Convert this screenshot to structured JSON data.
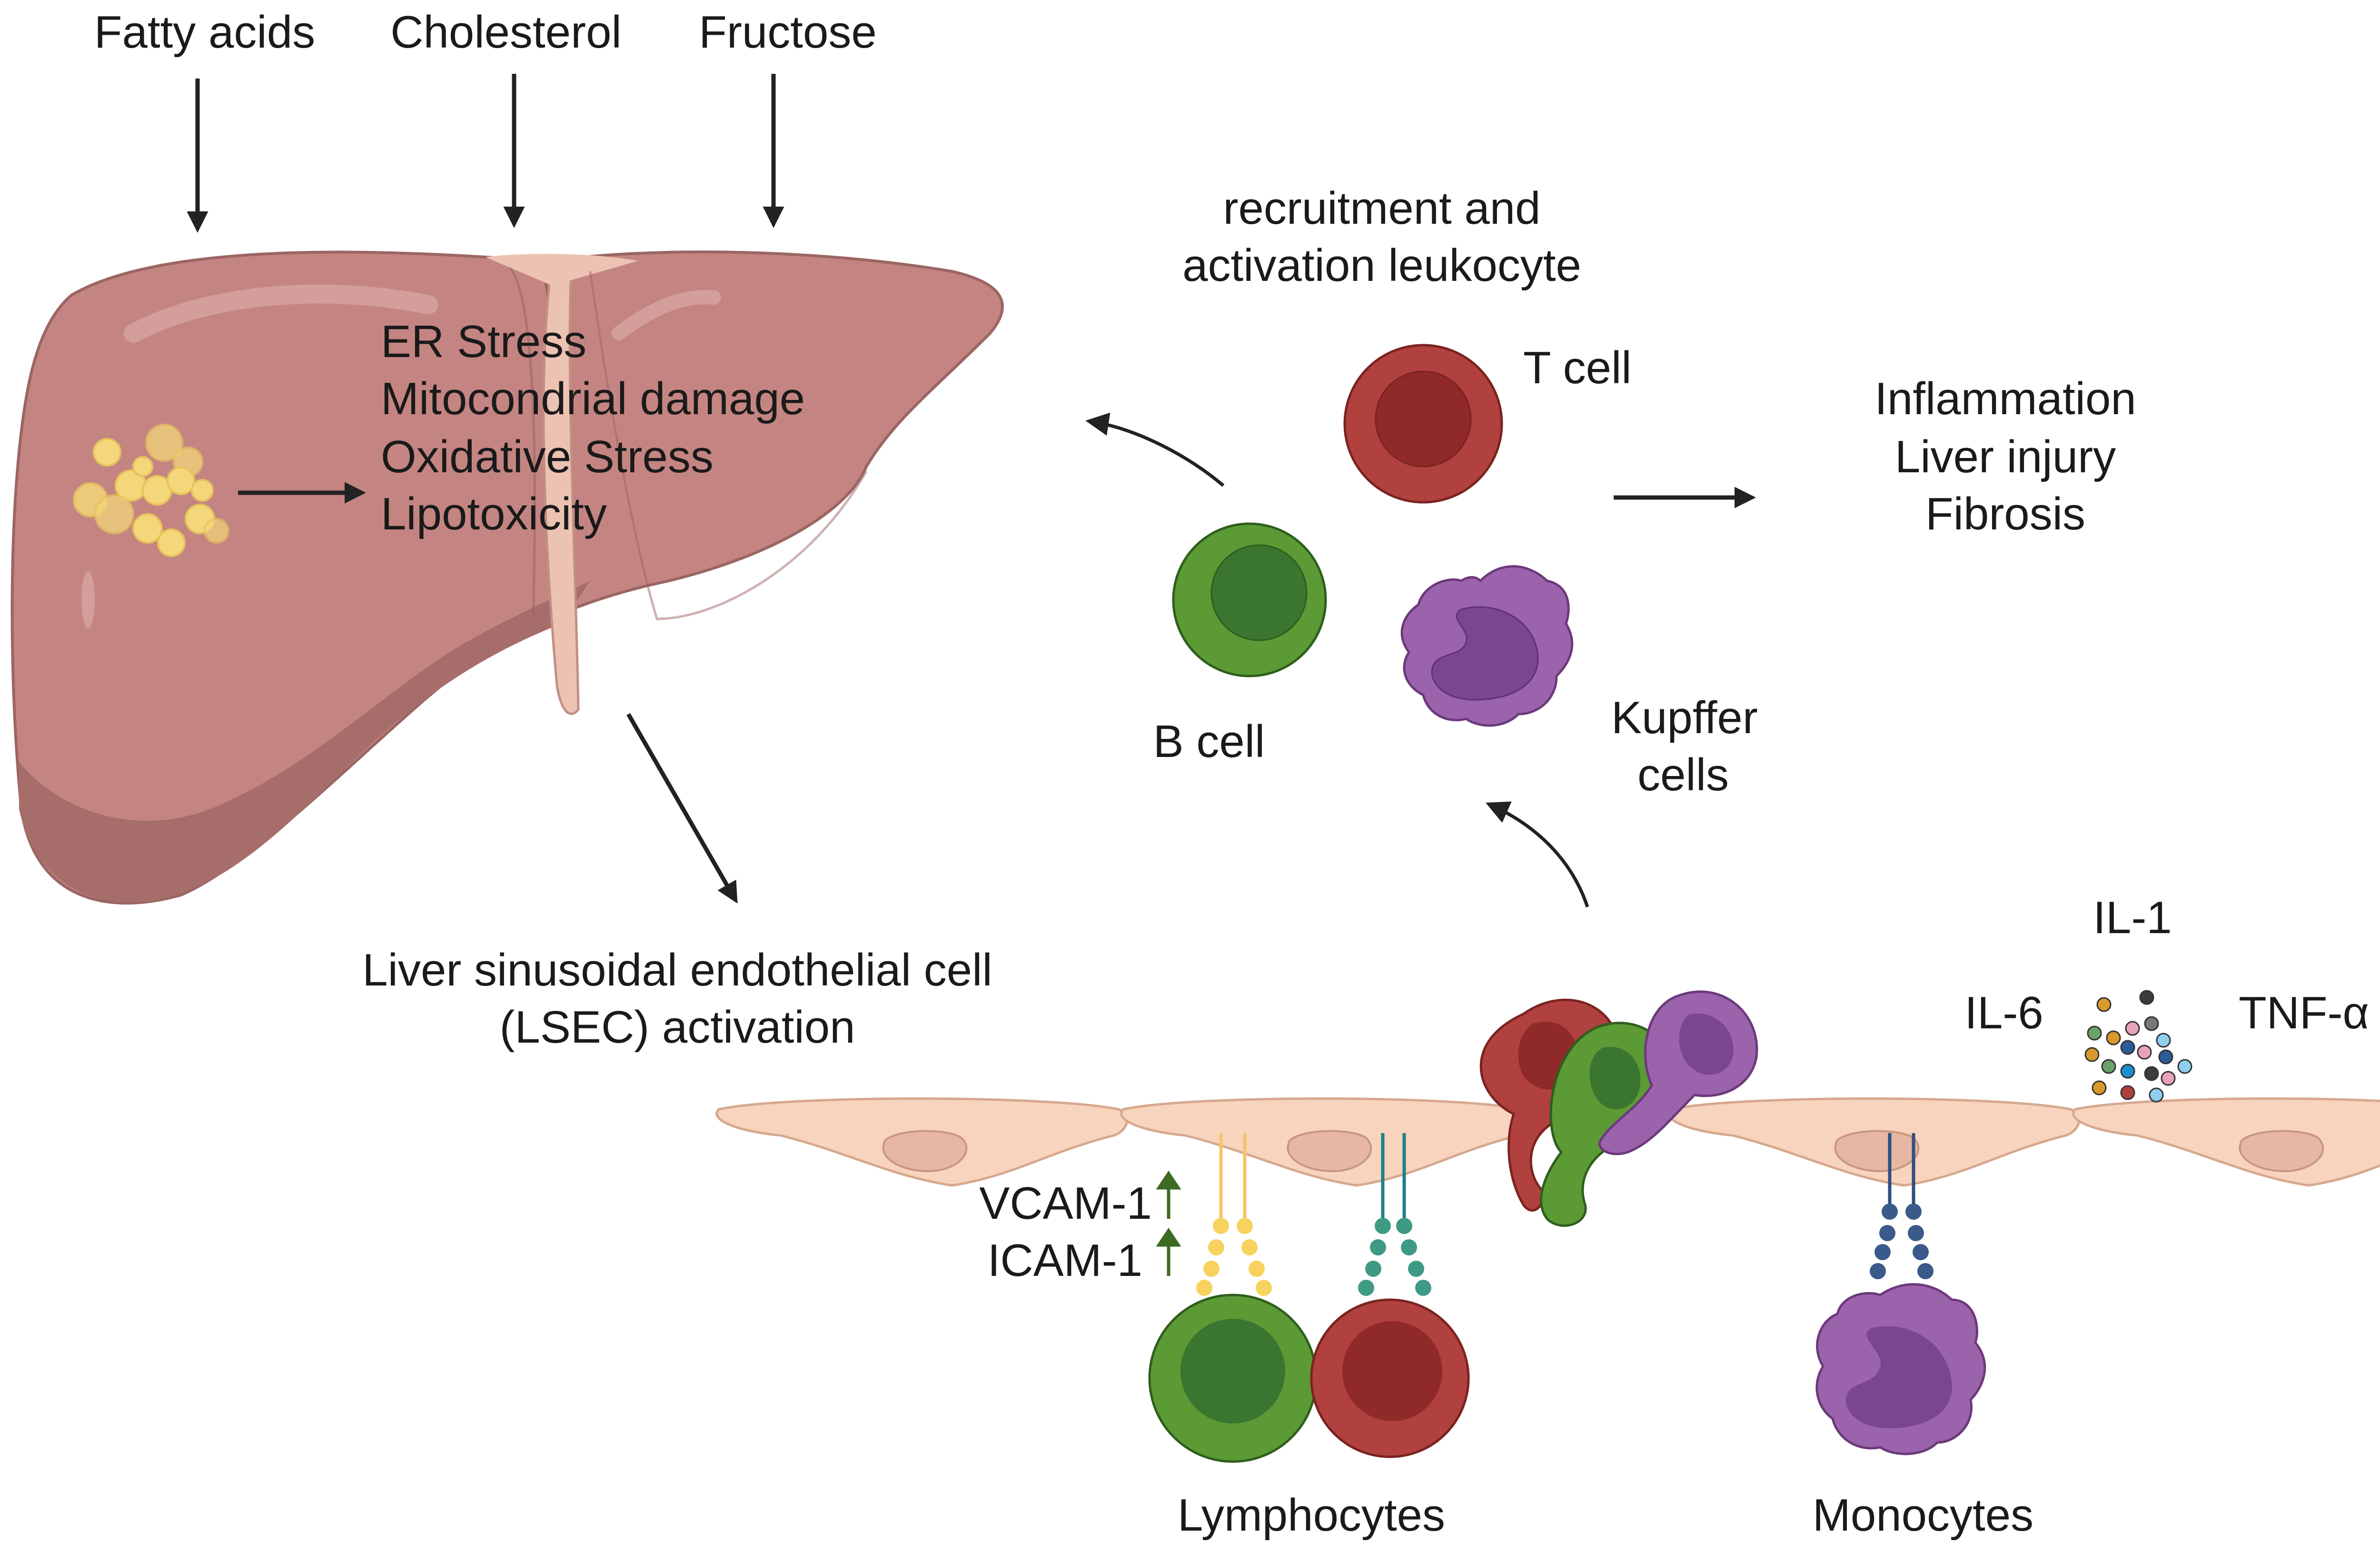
{
  "inputs": [
    "Fatty acids",
    "Cholesterol",
    "Fructose"
  ],
  "liver_stress": [
    "ER Stress",
    "Mitocondrial damage",
    "Oxidative Stress",
    "Lipotoxicity"
  ],
  "recruitment": [
    "recruitment and",
    "activation leukocyte"
  ],
  "cells": {
    "t_cell": "T cell",
    "b_cell": "B cell",
    "kupffer": [
      "Kupffer",
      "cells"
    ]
  },
  "outcomes": [
    "Inflammation",
    "Liver injury",
    "Fibrosis"
  ],
  "lsec": [
    "Liver sinusoidal endothelial cell",
    "(LSEC) activation"
  ],
  "adhesion": [
    "VCAM-1",
    "ICAM-1"
  ],
  "cytokines": {
    "il1": "IL-1",
    "il6": "IL-6",
    "tnf": "TNF-α"
  },
  "bottom": {
    "lymphocytes": "Lymphocytes",
    "monocytes": "Monocytes"
  },
  "colors": {
    "liver": "#c48582",
    "liver_dark": "#a66d6b",
    "fat": "#f3d77a",
    "t_cell": "#b0413e",
    "t_cell_core": "#8f2a29",
    "b_cell": "#5b9a35",
    "b_cell_core": "#3a762f",
    "kupffer": "#9b63ab",
    "kupffer_core": "#7b4690",
    "endothelium": "#f8d3bd",
    "nucleus": "#e6b7a3",
    "up_arrow": "#3d6b22",
    "arrow": "#222222"
  }
}
